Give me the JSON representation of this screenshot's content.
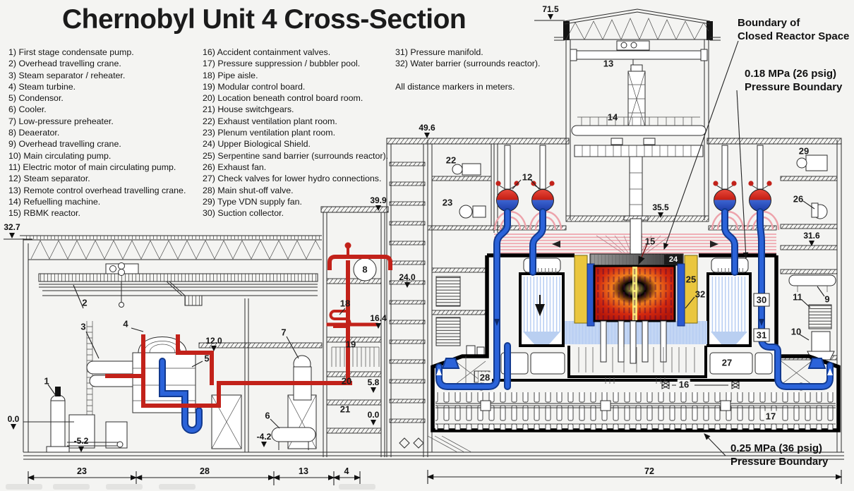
{
  "title": "Chernobyl Unit 4 Cross-Section",
  "legend": {
    "col1": [
      "1) First stage condensate pump.",
      "2) Overhead travelling crane.",
      "3) Steam separator / reheater.",
      "4) Steam turbine.",
      "5) Condensor.",
      "6) Cooler.",
      "7) Low-pressure preheater.",
      "8) Deaerator.",
      "9) Overhead travelling crane.",
      "10) Main circulating pump.",
      "11) Electric motor of main circulating pump.",
      "12) Steam separator.",
      "13) Remote control overhead travelling crane.",
      "14) Refuelling machine.",
      "15) RBMK reactor."
    ],
    "col2": [
      "16) Accident containment valves.",
      "17) Pressure suppression / bubbler pool.",
      "18) Pipe aisle.",
      "19) Modular control board.",
      "20) Location beneath control board room.",
      "21) House switchgears.",
      "22) Exhaust ventilation plant room.",
      "23) Plenum ventilation plant room.",
      "24) Upper Biological Shield.",
      "25) Serpentine sand barrier (surrounds reactor).",
      "26) Exhaust fan.",
      "27) Check valves for lower hydro connections.",
      "28) Main shut-off valve.",
      "29) Type VDN supply fan.",
      "30) Suction collector."
    ],
    "col3": [
      "31) Pressure manifold.",
      "32) Water barrier (surrounds reactor)."
    ],
    "note": "All distance markers in meters."
  },
  "annotations": {
    "boundary_closed": "Boundary of\nClosed Reactor Space",
    "mpa_018": "0.18 MPa (26 psig)\nPressure Boundary",
    "mpa_025": "0.25 MPa (36 psig)\nPressure Boundary"
  },
  "elevations": {
    "left_top": "32.7",
    "left_zero": "0.0",
    "left_basement": "-5.2",
    "mezzanine": "12.0",
    "cooler_level": "-4.2",
    "tower_roof": "39.9",
    "deaerator_level": "24.0",
    "steam_line": "16.4",
    "control_mid": "5.8",
    "control_zero": "0.0",
    "hall_roof": "71.5",
    "vent_roof": "49.6",
    "charge_floor": "35.5",
    "right_mid": "31.6"
  },
  "dimensions": {
    "turbine_hall": "23",
    "middle": "28",
    "control": "13",
    "gap": "4",
    "reactor_block": "72"
  },
  "parts": {
    "1": "1",
    "2": "2",
    "3": "3",
    "4": "4",
    "5": "5",
    "6": "6",
    "7": "7",
    "8": "8",
    "9": "9",
    "10": "10",
    "11": "11",
    "12": "12",
    "13": "13",
    "14": "14",
    "15": "15",
    "16": "16",
    "17": "17",
    "18": "18",
    "19": "19",
    "20": "20",
    "21": "21",
    "22": "22",
    "23": "23",
    "24": "24",
    "25": "25",
    "26": "26",
    "27": "27",
    "28": "28",
    "29": "29",
    "30": "30",
    "31": "31",
    "32": "32"
  },
  "colors": {
    "pipe_hot": "#c2221a",
    "pipe_cold": "#2b63d9",
    "steam": "#f0a8b0",
    "sand_barrier": "#eac63e",
    "water": "#c3d6f4",
    "core_hot": "#ffe24a"
  }
}
